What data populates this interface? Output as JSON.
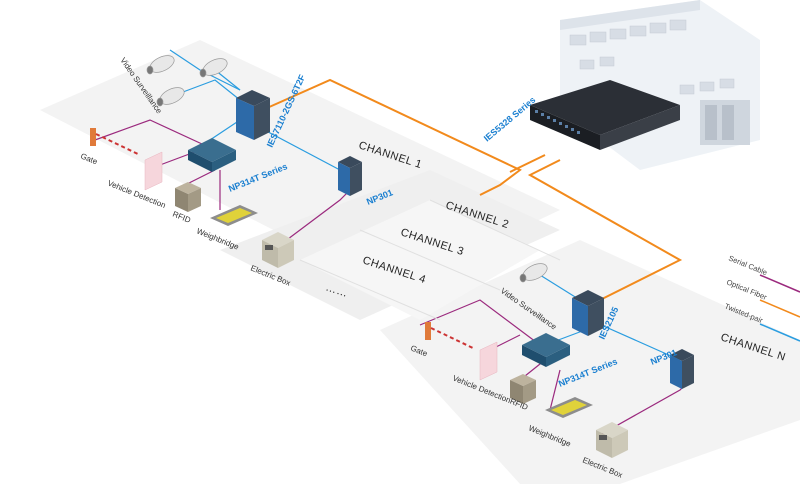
{
  "channels": {
    "ch1": "CHANNEL 1",
    "ch2": "CHANNEL 2",
    "ch3": "CHANNEL 3",
    "ch4": "CHANNEL 4",
    "chn": "CHANNEL N",
    "dots": "……"
  },
  "devices": {
    "core_switch": "IES5328 Series",
    "edge_switch_1": "IES7110-2GS-6T2F",
    "edge_switch_n": "IES2105",
    "server_1": "NP314T Series",
    "server_n": "NP314T Series",
    "serial_1": "NP301",
    "serial_n": "NP301"
  },
  "labels_top": {
    "video": "Video Surveillance",
    "gate": "Gate",
    "vehicle": "Vehicle Detection",
    "rfid": "RFID",
    "weighbridge": "Weighbridge",
    "electric_box": "Electric Box"
  },
  "labels_bottom": {
    "video": "Video Surveillance",
    "gate": "Gate",
    "vehicle_rfid": "Vehicle DetectionRFID",
    "weighbridge": "Weighbridge",
    "electric_box": "Electric Box"
  },
  "legend": {
    "items": [
      {
        "label": "Serial Cable",
        "color": "#9b2a7e"
      },
      {
        "label": "Optical Fiber",
        "color": "#f28a1c"
      },
      {
        "label": "Twisted-pair",
        "color": "#2a9de0"
      }
    ]
  }
}
